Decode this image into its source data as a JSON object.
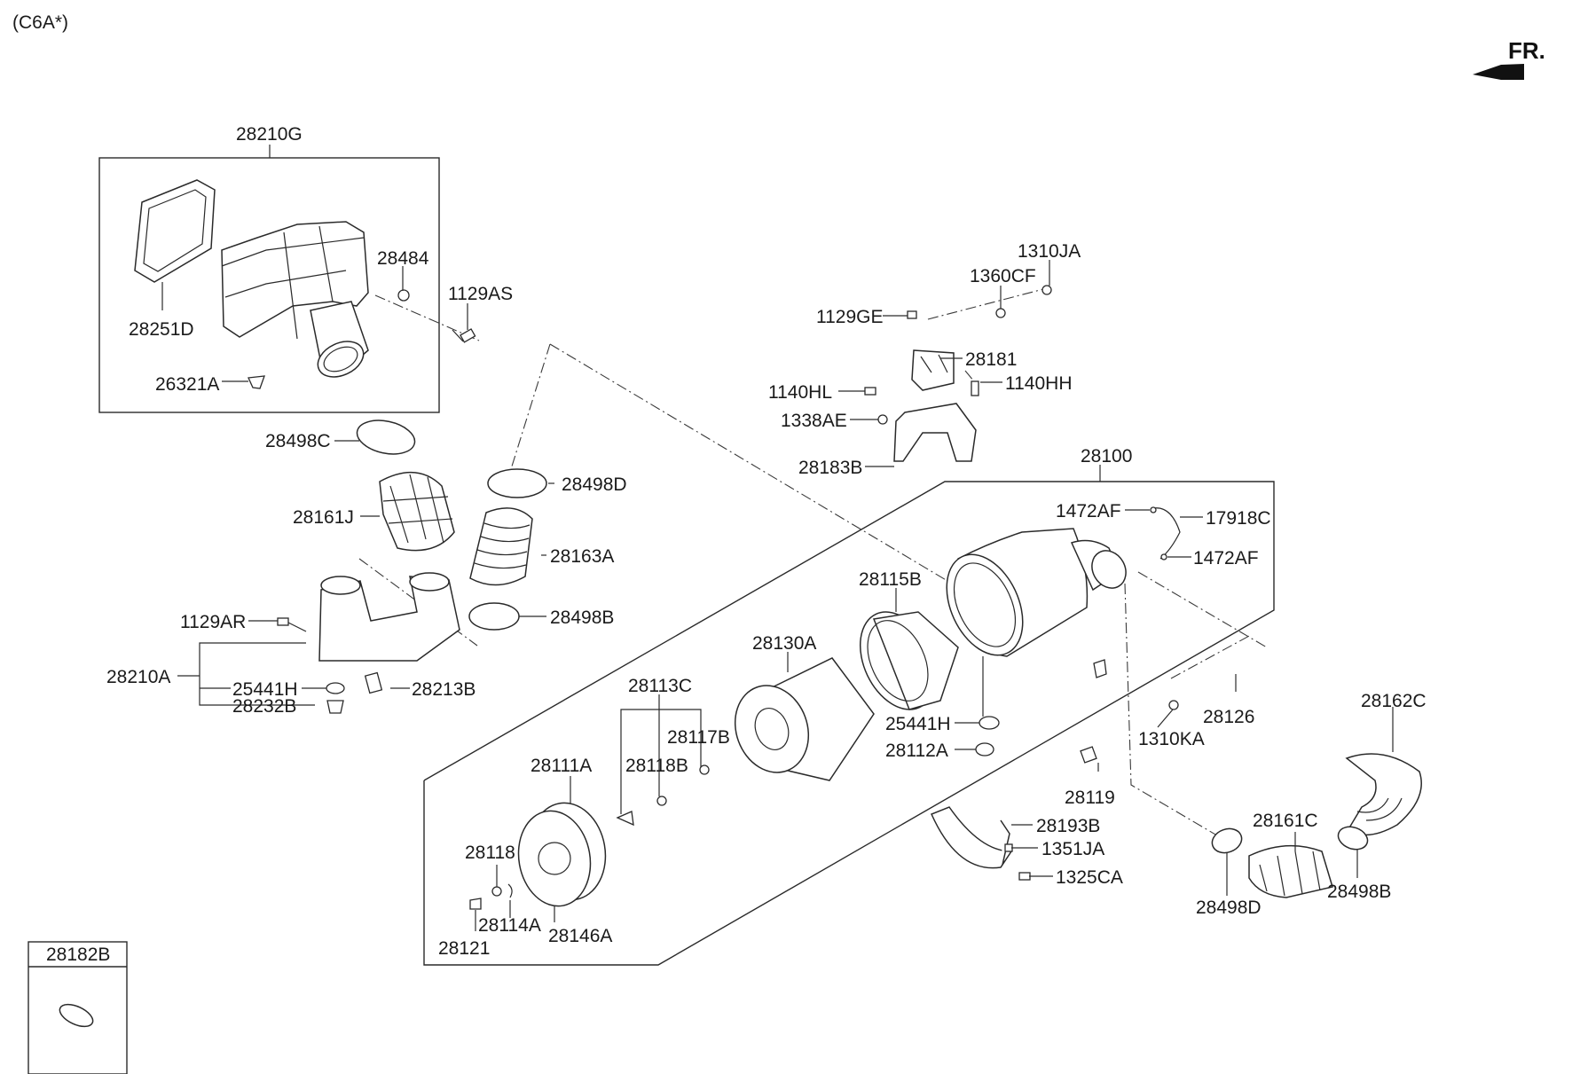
{
  "header": {
    "model_code": "(C6A*)",
    "front_label": "FR."
  },
  "labels": {
    "l_28210G": "28210G",
    "l_28484": "28484",
    "l_1129AS": "1129AS",
    "l_28251D": "28251D",
    "l_26321A": "26321A",
    "l_28498C": "28498C",
    "l_28498D_top": "28498D",
    "l_28161J": "28161J",
    "l_28163A": "28163A",
    "l_28498B_left": "28498B",
    "l_1129AR": "1129AR",
    "l_28210A": "28210A",
    "l_25441H_left": "25441H",
    "l_28213B": "28213B",
    "l_28232B": "28232B",
    "l_1310JA": "1310JA",
    "l_1360CF": "1360CF",
    "l_1129GE": "1129GE",
    "l_28181": "28181",
    "l_1140HL": "1140HL",
    "l_1140HH": "1140HH",
    "l_1338AE": "1338AE",
    "l_28183B": "28183B",
    "l_28100": "28100",
    "l_1472AF_a": "1472AF",
    "l_17918C": "17918C",
    "l_1472AF_b": "1472AF",
    "l_28115B": "28115B",
    "l_28130A": "28130A",
    "l_28113C": "28113C",
    "l_28117B": "28117B",
    "l_28118B": "28118B",
    "l_28111A": "28111A",
    "l_25441H_mid": "25441H",
    "l_28112A": "28112A",
    "l_28126": "28126",
    "l_1310KA": "1310KA",
    "l_28119": "28119",
    "l_28162C": "28162C",
    "l_28193B": "28193B",
    "l_1351JA": "1351JA",
    "l_1325CA": "1325CA",
    "l_28161C": "28161C",
    "l_28498D_bot": "28498D",
    "l_28498B_right": "28498B",
    "l_28118": "28118",
    "l_28114A": "28114A",
    "l_28146A": "28146A",
    "l_28121": "28121",
    "l_28182B": "28182B"
  }
}
